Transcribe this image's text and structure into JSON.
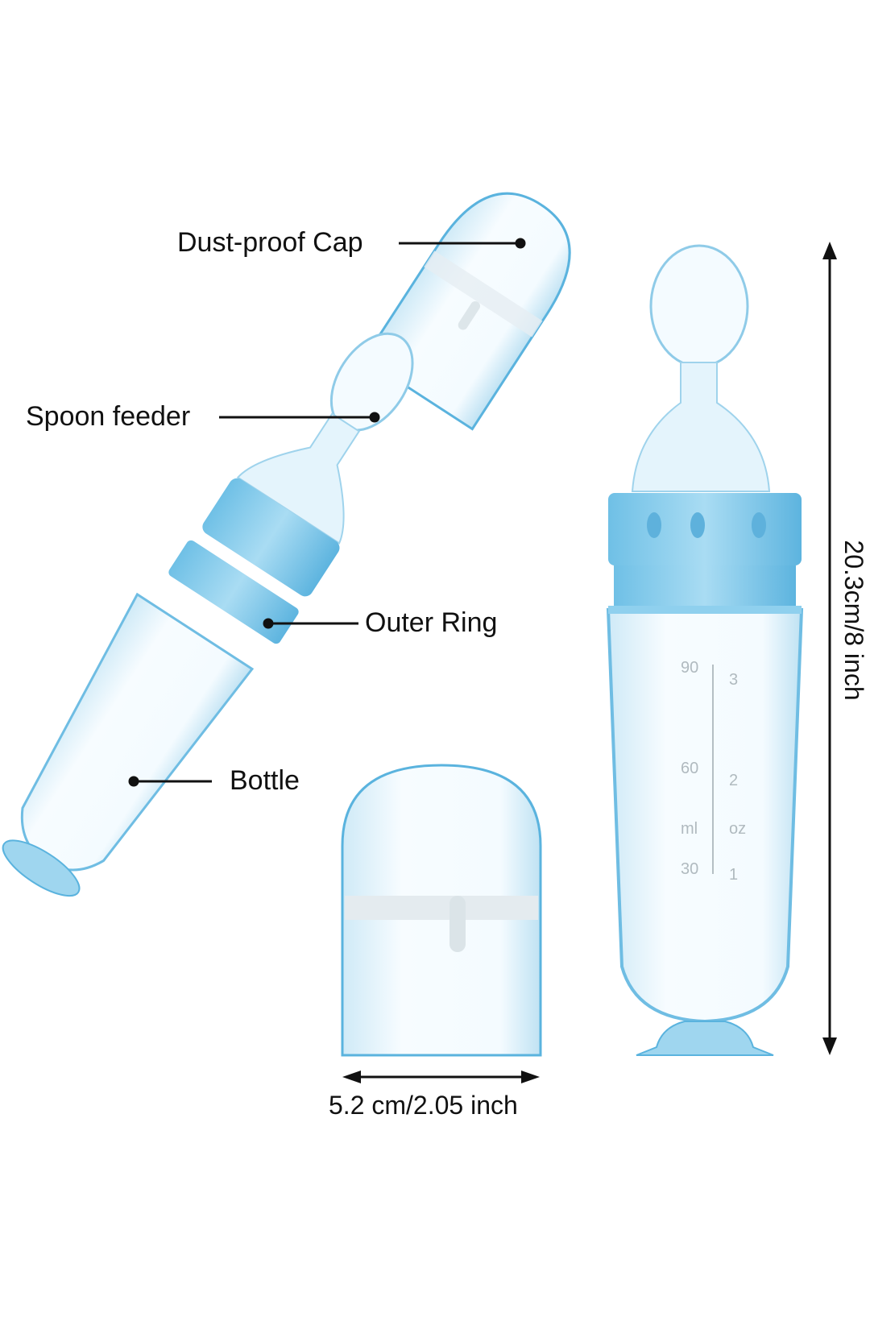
{
  "labels": {
    "cap": "Dust-proof Cap",
    "spoon": "Spoon feeder",
    "ring": "Outer Ring",
    "bottle": "Bottle"
  },
  "dimensions": {
    "height": "20.3cm/8 inch",
    "width": "5.2 cm/2.05 inch"
  },
  "scale_marks": {
    "ml": [
      "90",
      "60",
      "ml",
      "30"
    ],
    "oz": [
      "3",
      "2",
      "oz",
      "1"
    ]
  },
  "colors": {
    "accent_blue": "#7cc8ea",
    "edge_blue": "#4aa9d8",
    "text": "#111111"
  }
}
